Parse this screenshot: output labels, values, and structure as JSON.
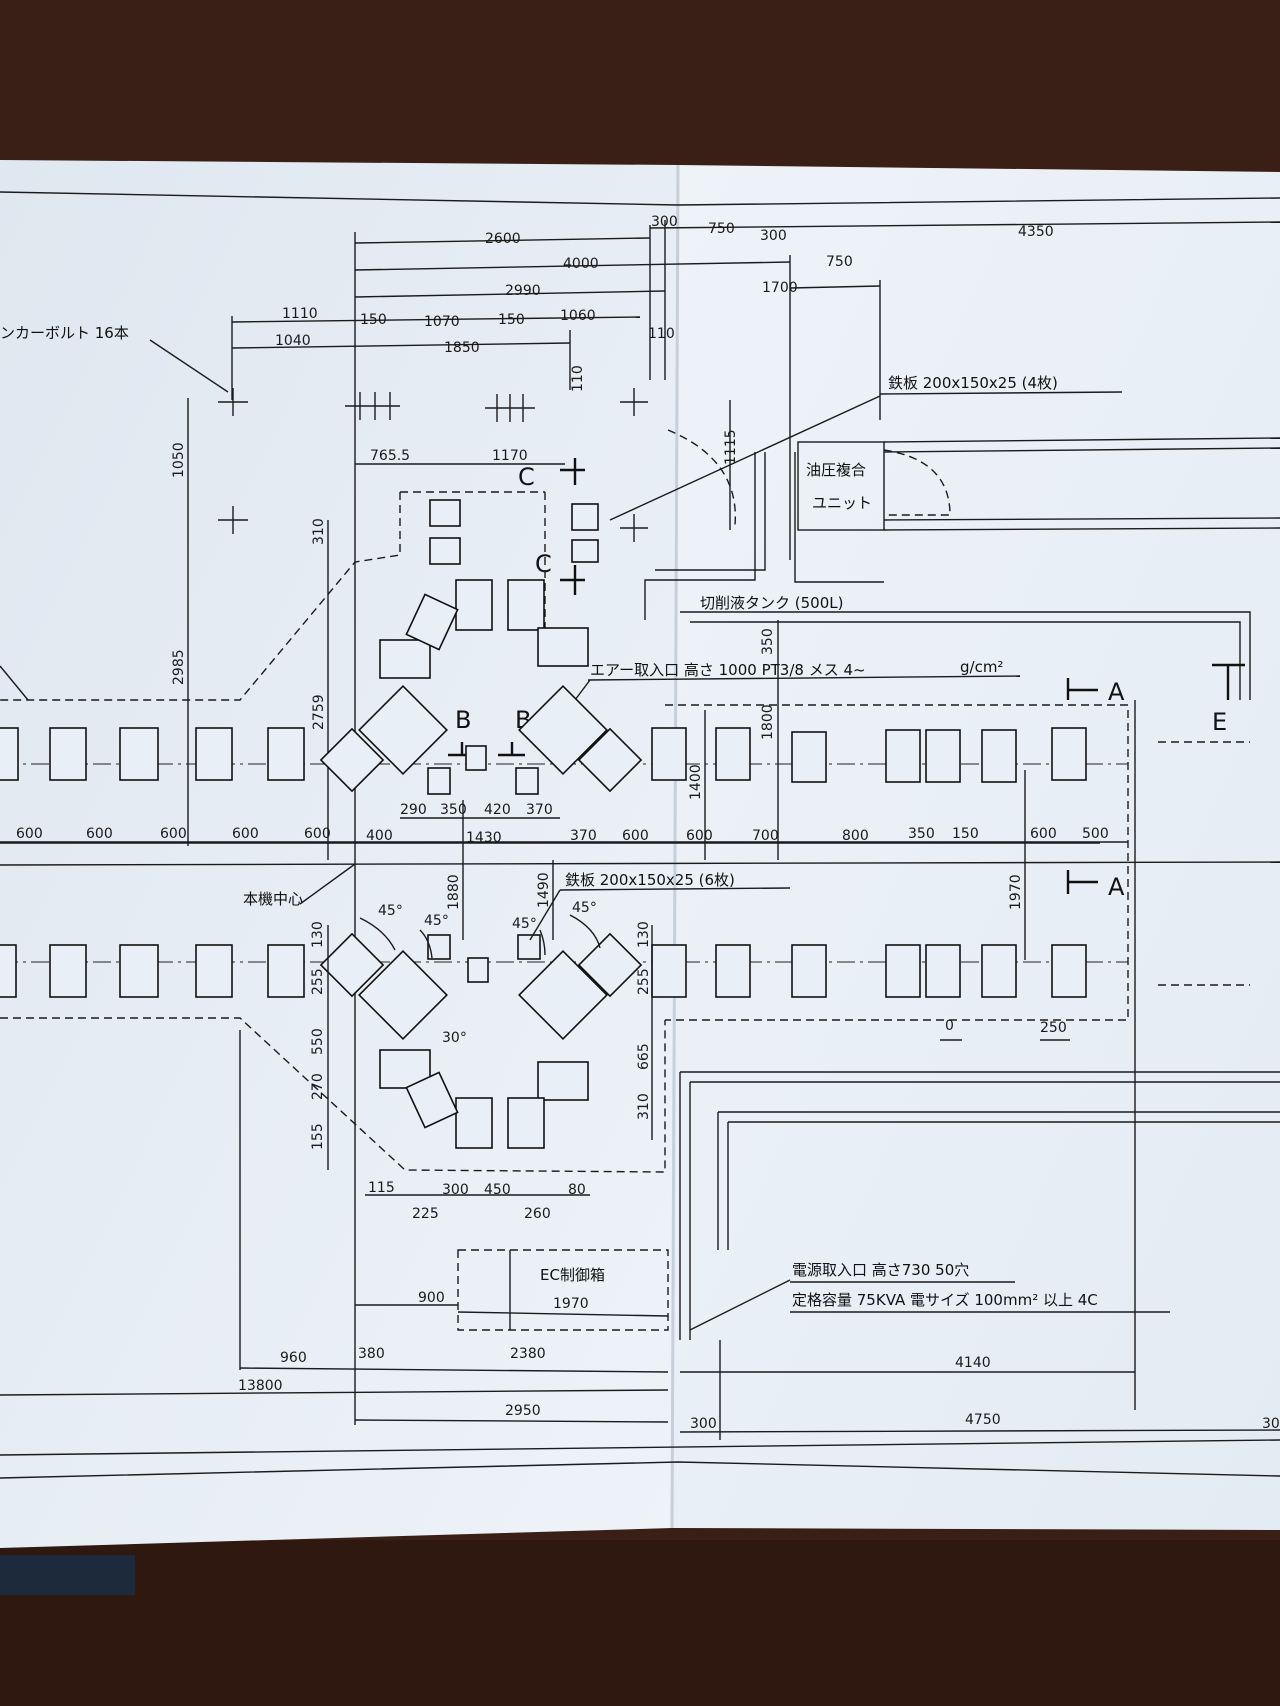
{
  "colors": {
    "table_wood": "#3a1f16",
    "paper": "#e6edf5",
    "ink": "#1b1b1b"
  },
  "labels": {
    "anchor_bolt": "ンカーボルト 16本",
    "steel_plate_4": "鉄板 200x150x25 (4枚)",
    "steel_plate_6": "鉄板 200x150x25 (6枚)",
    "hydraulic_unit_1": "油圧複合",
    "hydraulic_unit_2": "ユニット",
    "coolant_tank": "切削液タンク (500L)",
    "air_inlet": "エアー取入口 高さ 1000 PT3/8 メス 4~",
    "air_unit": "g/cm²",
    "machine_center": "本機中心",
    "ec_box": "EC制御箱",
    "power_inlet": "電源取入口 高さ730 50穴",
    "rated_capacity": "定格容量 75KVA 電サイズ 100mm² 以上 4C",
    "section_a": "A",
    "section_b": "B",
    "section_c": "C",
    "section_e": "E",
    "angle_45": "45°",
    "angle_30": "30°"
  },
  "dims": {
    "d2600": "2600",
    "d300": "300",
    "d750": "750",
    "d4350": "4350",
    "d4000": "4000",
    "d1700": "1700",
    "d2990": "2990",
    "d1110": "1110",
    "d150": "150",
    "d1070": "1070",
    "d1060": "1060",
    "d1040": "1040",
    "d1850": "1850",
    "d110": "110",
    "d1050": "1050",
    "d1115": "1115",
    "d765": "765.5",
    "d1170": "1170",
    "d310": "310",
    "d2985": "2985",
    "d2759": "2759",
    "d350": "350",
    "d1800": "1800",
    "d1400": "1400",
    "d600": "600",
    "d400": "400",
    "d1430": "1430",
    "d370": "370",
    "d700": "700",
    "d800": "800",
    "d500": "500",
    "d290": "290",
    "d420": "420",
    "d1880": "1880",
    "d1490": "1490",
    "d1970": "1970",
    "d130": "130",
    "d255": "255",
    "d550": "550",
    "d270": "270",
    "d155": "155",
    "d665": "665",
    "d115": "115",
    "d450": "450",
    "d80": "80",
    "d225": "225",
    "d260": "260",
    "d250": "250",
    "d0": "0",
    "d900": "900",
    "d960": "960",
    "d380": "380",
    "d2380": "2380",
    "d13800": "13800",
    "d4140": "4140",
    "d2950": "2950",
    "d4750": "4750",
    "d30": "30"
  }
}
